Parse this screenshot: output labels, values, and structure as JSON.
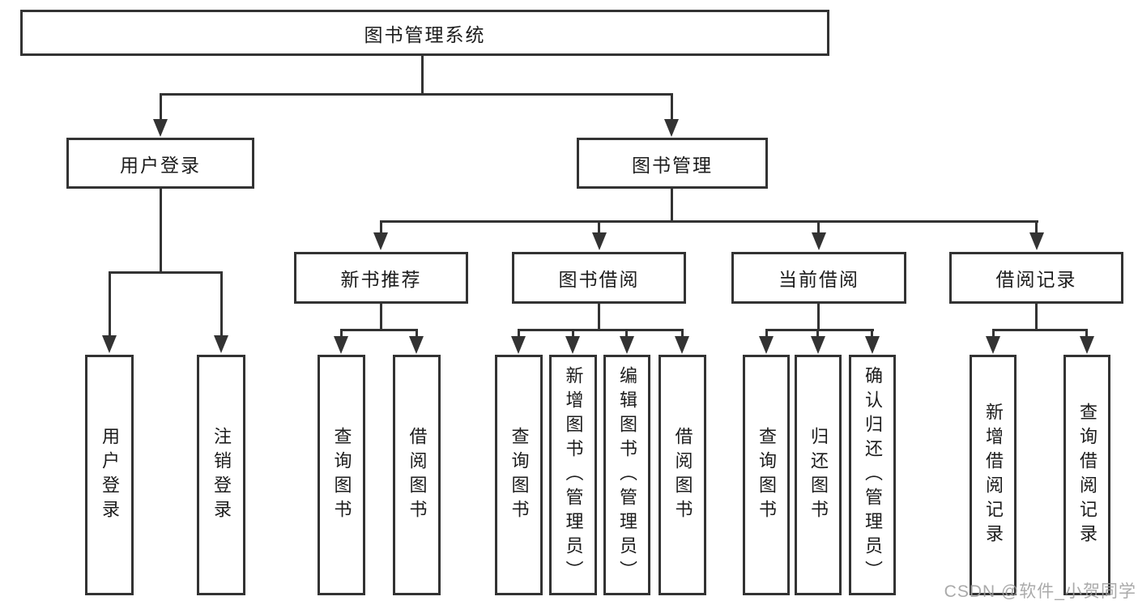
{
  "colors": {
    "line": "#333333",
    "text": "#1c1c1c",
    "watermark": "#9e9e9e",
    "background": "#ffffff"
  },
  "watermark": "CSDN @软件_小贺同学",
  "tree": {
    "label": "图书管理系统",
    "children": [
      {
        "label": "用户登录",
        "children": [
          {
            "label": "用户登录"
          },
          {
            "label": "注销登录"
          }
        ]
      },
      {
        "label": "图书管理",
        "children": [
          {
            "label": "新书推荐",
            "children": [
              {
                "label": "查询图书"
              },
              {
                "label": "借阅图书"
              }
            ]
          },
          {
            "label": "图书借阅",
            "children": [
              {
                "label": "查询图书"
              },
              {
                "label": "新增图书（管理员）"
              },
              {
                "label": "编辑图书（管理员）"
              },
              {
                "label": "借阅图书"
              }
            ]
          },
          {
            "label": "当前借阅",
            "children": [
              {
                "label": "查询图书"
              },
              {
                "label": "归还图书"
              },
              {
                "label": "确认归还（管理员）"
              }
            ]
          },
          {
            "label": "借阅记录",
            "children": [
              {
                "label": "新增借阅记录"
              },
              {
                "label": "查询借阅记录"
              }
            ]
          }
        ]
      }
    ]
  }
}
